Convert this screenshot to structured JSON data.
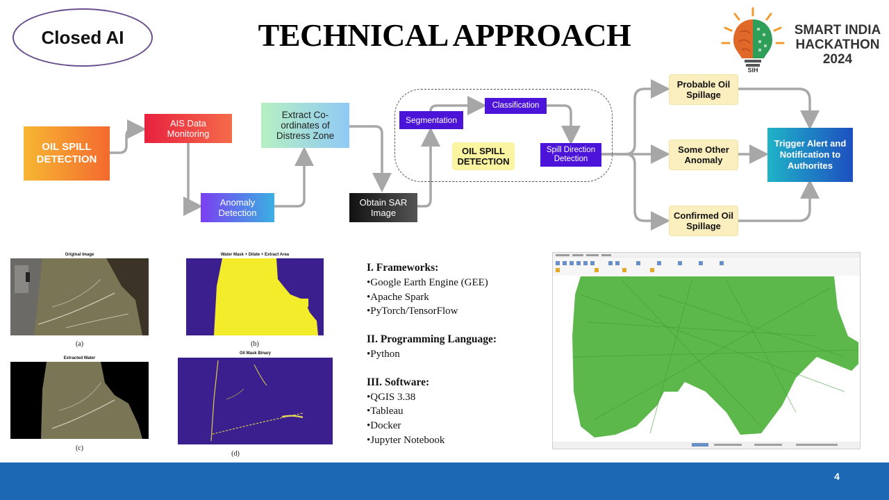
{
  "header": {
    "team_name": "Closed AI",
    "title": "TECHNICAL APPROACH",
    "logo_text": [
      "SMART INDIA",
      "HACKATHON",
      "2024"
    ],
    "logo_badge": "SIH"
  },
  "flowchart": {
    "nodes": {
      "oil_spill_detection": "OIL SPILL DETECTION",
      "ais_monitoring": "AIS Data Monitoring",
      "anomaly_detection": "Anomaly Detection",
      "extract_coordinates": "Extract Co-ordinates of Distress Zone",
      "obtain_sar": "Obtain SAR Image",
      "segmentation": "Segmentation",
      "classification": "Classification",
      "spill_direction": "Spill Direction Detection",
      "zone_label": "OIL SPILL DETECTION",
      "probable_oil": "Probable Oil Spillage",
      "other_anomaly": "Some Other Anomaly",
      "confirmed_oil": "Confirmed Oil Spillage",
      "trigger_alert": "Trigger Alert and Notification to Authorites"
    },
    "colors": {
      "orange_yellow": "#f6a73a",
      "red": "#e8433f",
      "purple": "#4b14d8",
      "pale_yellow": "#fbefbf",
      "blue": "#1e6ad4",
      "teal": "#1fb3c8",
      "arrow": "#a7a7a7"
    }
  },
  "figures": {
    "a_title": "Original Image",
    "a_caption": "(a)",
    "b_title": "Water Mask + Dilate + Extract Area",
    "b_caption": "(b)",
    "c_title": "Extracted Water",
    "c_caption": "(c)",
    "d_title": "Oil Mask Binary",
    "d_caption": "(d)"
  },
  "tech_stack": {
    "frameworks_heading": "I. Frameworks:",
    "frameworks": [
      "•Google Earth Engine (GEE)",
      "•Apache Spark",
      "•PyTorch/TensorFlow"
    ],
    "languages_heading": "II. Programming Language:",
    "languages": [
      "•Python"
    ],
    "software_heading": "III. Software:",
    "software": [
      "•QGIS 3.38",
      "•Tableau",
      "•Docker",
      "•Jupyter Notebook"
    ]
  },
  "footer": {
    "page_number": "4"
  }
}
